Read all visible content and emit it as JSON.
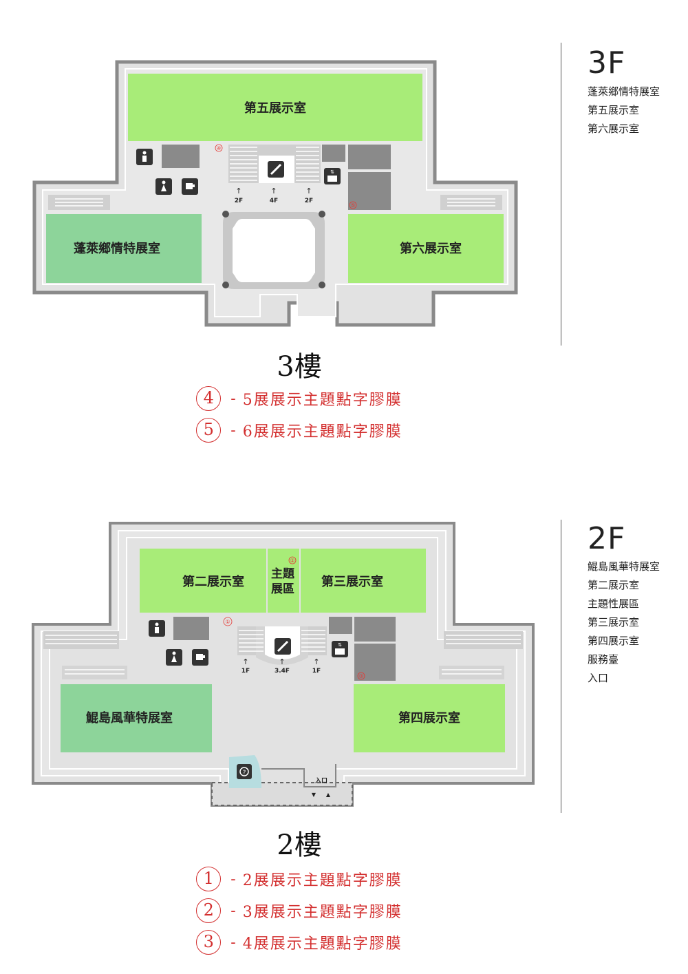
{
  "floor3": {
    "code": "3F",
    "caption": "3樓",
    "room_list": [
      "蓬萊鄉情特展室",
      "第五展示室",
      "第六展示室"
    ],
    "rooms": {
      "fifth": "第五展示室",
      "penglai": "蓬萊鄉情特展室",
      "sixth": "第六展示室"
    },
    "stair_arrows": [
      "2F",
      "4F",
      "2F"
    ],
    "markers": [
      "④",
      "⑤"
    ],
    "legend": [
      {
        "marker": "4",
        "text": "5展展示主題點字膠膜"
      },
      {
        "marker": "5",
        "text": "6展展示主題點字膠膜"
      }
    ]
  },
  "floor2": {
    "code": "2F",
    "caption": "2樓",
    "room_list": [
      "鯤島風華特展室",
      "第二展示室",
      "主題性展區",
      "第三展示室",
      "第四展示室",
      "服務臺",
      "入口"
    ],
    "rooms": {
      "second": "第二展示室",
      "theme_line1": "主題",
      "theme_line2": "展區",
      "third": "第三展示室",
      "kundao": "鯤島風華特展室",
      "fourth": "第四展示室",
      "entrance": "入口"
    },
    "stair_arrows": [
      "1F",
      "3.4F",
      "1F"
    ],
    "markers": [
      "①",
      "②",
      "③"
    ],
    "legend": [
      {
        "marker": "1",
        "text": "2展展示主題點字膠膜"
      },
      {
        "marker": "2",
        "text": "3展展示主題點字膠膜"
      },
      {
        "marker": "3",
        "text": "4展展示主題點字膠膜"
      }
    ]
  },
  "separator": "-",
  "colors": {
    "exhibit_green": "#a8ec78",
    "special_green": "#8dd49a",
    "info_blue": "#b7dde0",
    "wall_gray": "#8a8a8a",
    "floor_gray": "#e2e2e2",
    "legend_red": "#d32f2f"
  }
}
